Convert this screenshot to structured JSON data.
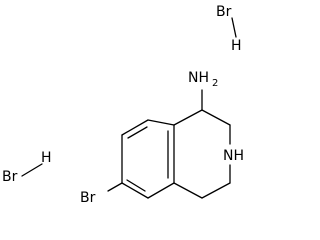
{
  "molecule": {
    "atoms": {
      "amine": "NH",
      "amine_h_count": "2",
      "ring_nitrogen": "NH",
      "bromo_substituent": "Br"
    },
    "salts": [
      {
        "halogen": "Br",
        "hydrogen": "H"
      },
      {
        "halogen": "Br",
        "hydrogen": "H"
      }
    ]
  },
  "colors": {
    "ink": "#000000",
    "background": "#ffffff"
  }
}
